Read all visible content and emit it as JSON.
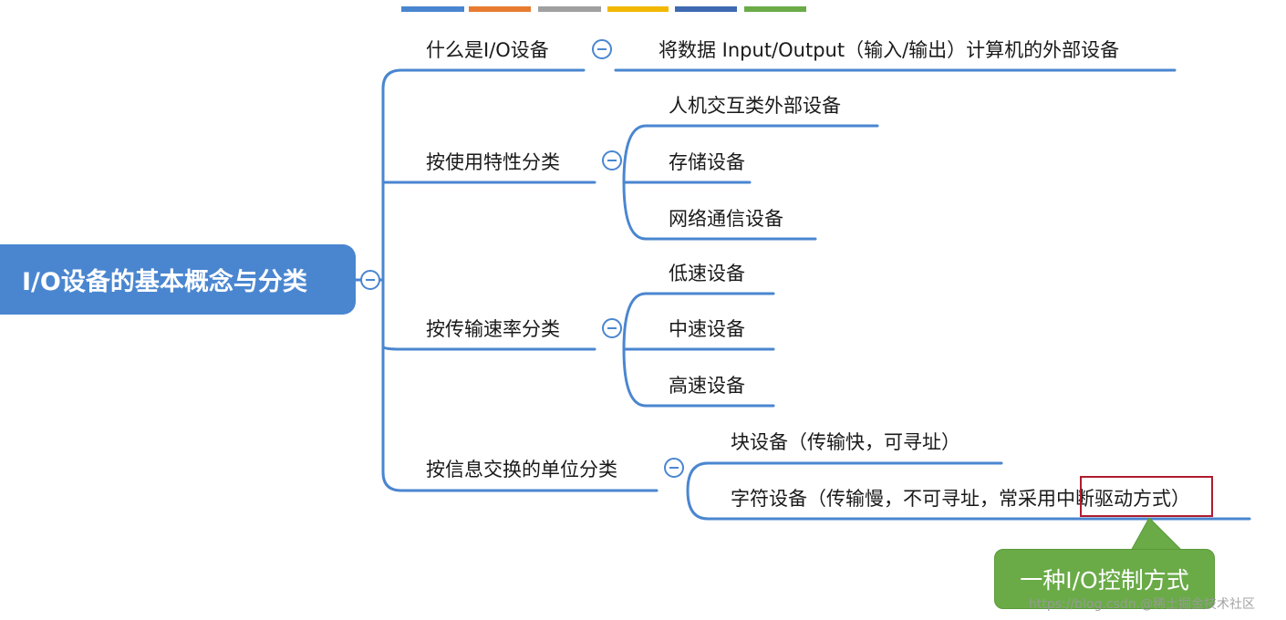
{
  "colors": {
    "branch": "#4a86d0",
    "root_bg": "#4a86d0",
    "callout_bg": "#6aab48",
    "highlight_border": "#b01c2e",
    "swatches": [
      "#4a86d0",
      "#e87b30",
      "#a0a0a0",
      "#f2b800",
      "#3f6ab2",
      "#6aab48"
    ]
  },
  "root": {
    "label": "I/O设备的基本概念与分类"
  },
  "branches": [
    {
      "label": "什么是I/O设备",
      "children": [
        "将数据 Input/Output（输入/输出）计算机的外部设备"
      ]
    },
    {
      "label": "按使用特性分类",
      "children": [
        "人机交互类外部设备",
        "存储设备",
        "网络通信设备"
      ]
    },
    {
      "label": "按传输速率分类",
      "children": [
        "低速设备",
        "中速设备",
        "高速设备"
      ]
    },
    {
      "label": "按信息交换的单位分类",
      "children": [
        "块设备（传输快，可寻址）",
        "字符设备（传输慢，不可寻址，常采用中断驱动方式）"
      ]
    }
  ],
  "callout": {
    "text": "一种I/O控制方式"
  },
  "watermark": {
    "text": "https://blog.csdn.@稀土掘金技术社区"
  },
  "collapse_icon": "minus-circle-icon"
}
